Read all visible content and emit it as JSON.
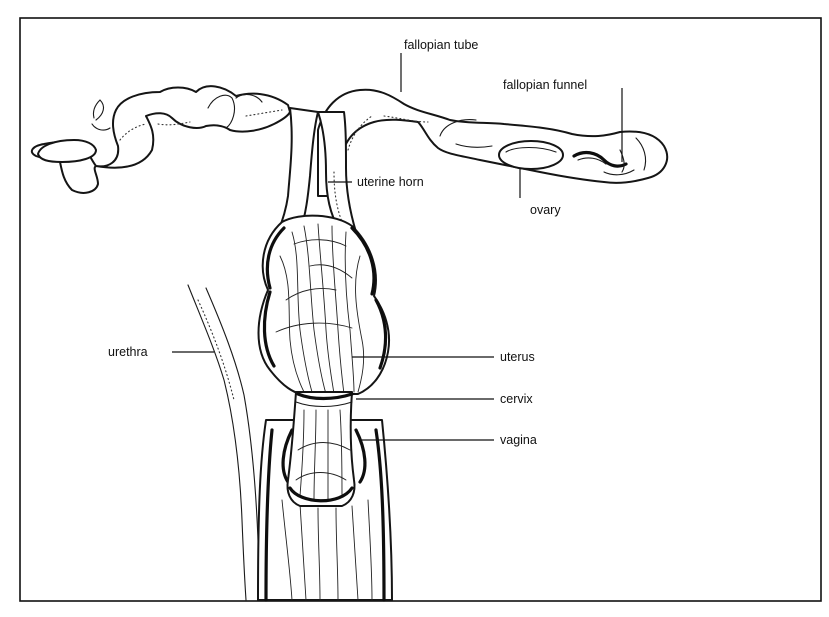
{
  "labels": {
    "fallopian_tube": "fallopian tube",
    "fallopian_funnel": "fallopian funnel",
    "uterine_horn": "uterine horn",
    "ovary": "ovary",
    "urethra": "urethra",
    "uterus": "uterus",
    "cervix": "cervix",
    "vagina": "vagina"
  }
}
